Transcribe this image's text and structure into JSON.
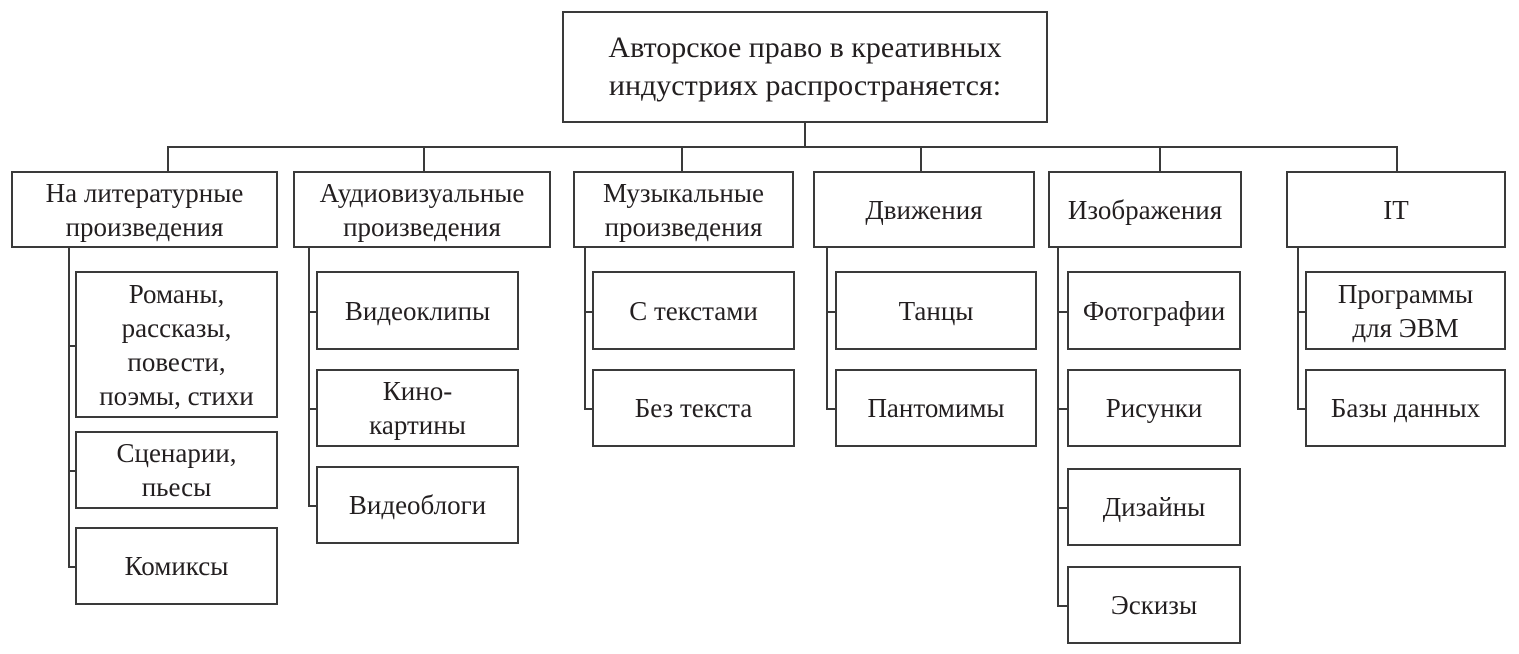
{
  "root": {
    "label": "Авторское право в креативных\nиндустриях распространяется:"
  },
  "categories": [
    {
      "label": "На литературные\nпроизведения",
      "children": [
        "Романы,\nрассказы,\nповести,\nпоэмы, стихи",
        "Сценарии,\nпьесы",
        "Комиксы"
      ]
    },
    {
      "label": "Аудиовизуальные\nпроизведения",
      "children": [
        "Видеоклипы",
        "Кино-\nкартины",
        "Видеоблоги"
      ]
    },
    {
      "label": "Музыкальные\nпроизведения",
      "children": [
        "С текстами",
        "Без текста"
      ]
    },
    {
      "label": "Движения",
      "children": [
        "Танцы",
        "Пантомимы"
      ]
    },
    {
      "label": "Изображения",
      "children": [
        "Фотографии",
        "Рисунки",
        "Дизайны",
        "Эскизы"
      ]
    },
    {
      "label": "IT",
      "children": [
        "Программы\nдля ЭВМ",
        "Базы данных"
      ]
    }
  ]
}
